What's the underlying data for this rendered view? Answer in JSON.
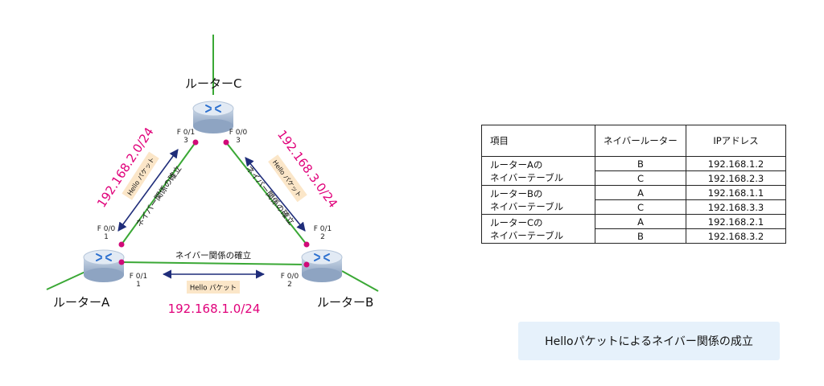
{
  "routers": {
    "a": {
      "label": "ルーターA"
    },
    "b": {
      "label": "ルーターB"
    },
    "c": {
      "label": "ルーターC"
    }
  },
  "interfaces": {
    "a_f00": {
      "name": "F 0/0",
      "num": "1"
    },
    "a_f01": {
      "name": "F 0/1",
      "num": "1"
    },
    "b_f00": {
      "name": "F 0/0",
      "num": "2"
    },
    "b_f01": {
      "name": "F 0/1",
      "num": "2"
    },
    "c_f01": {
      "name": "F 0/1",
      "num": "3"
    },
    "c_f00": {
      "name": "F 0/0",
      "num": "3"
    }
  },
  "networks": {
    "ab": "192.168.1.0/24",
    "ac": "192.168.2.0/24",
    "bc": "192.168.3.0/24"
  },
  "links": {
    "ab_text": "ネイバー関係の確立",
    "ac_text": "ネイバー関係の確立",
    "bc_text": "ネイバー関係の確立",
    "hello": "Hello パケット"
  },
  "colors": {
    "link": "#3aa835",
    "network": "#e0007a",
    "arrow": "#1f2d7a",
    "dot": "#d10a78",
    "hello_bg": "#fbe6c8",
    "caption_bg": "#e6f1fb"
  },
  "table": {
    "headers": [
      "項目",
      "ネイバールーター",
      "IPアドレス"
    ],
    "groups": [
      {
        "name": [
          "ルーターAの",
          "ネイバーテーブル"
        ],
        "rows": [
          [
            "B",
            "192.168.1.2"
          ],
          [
            "C",
            "192.168.2.3"
          ]
        ]
      },
      {
        "name": [
          "ルーターBの",
          "ネイバーテーブル"
        ],
        "rows": [
          [
            "A",
            "192.168.1.1"
          ],
          [
            "C",
            "192.168.3.3"
          ]
        ]
      },
      {
        "name": [
          "ルーターCの",
          "ネイバーテーブル"
        ],
        "rows": [
          [
            "A",
            "192.168.2.1"
          ],
          [
            "B",
            "192.168.3.2"
          ]
        ]
      }
    ]
  },
  "caption": "Helloパケットによるネイバー関係の成立"
}
